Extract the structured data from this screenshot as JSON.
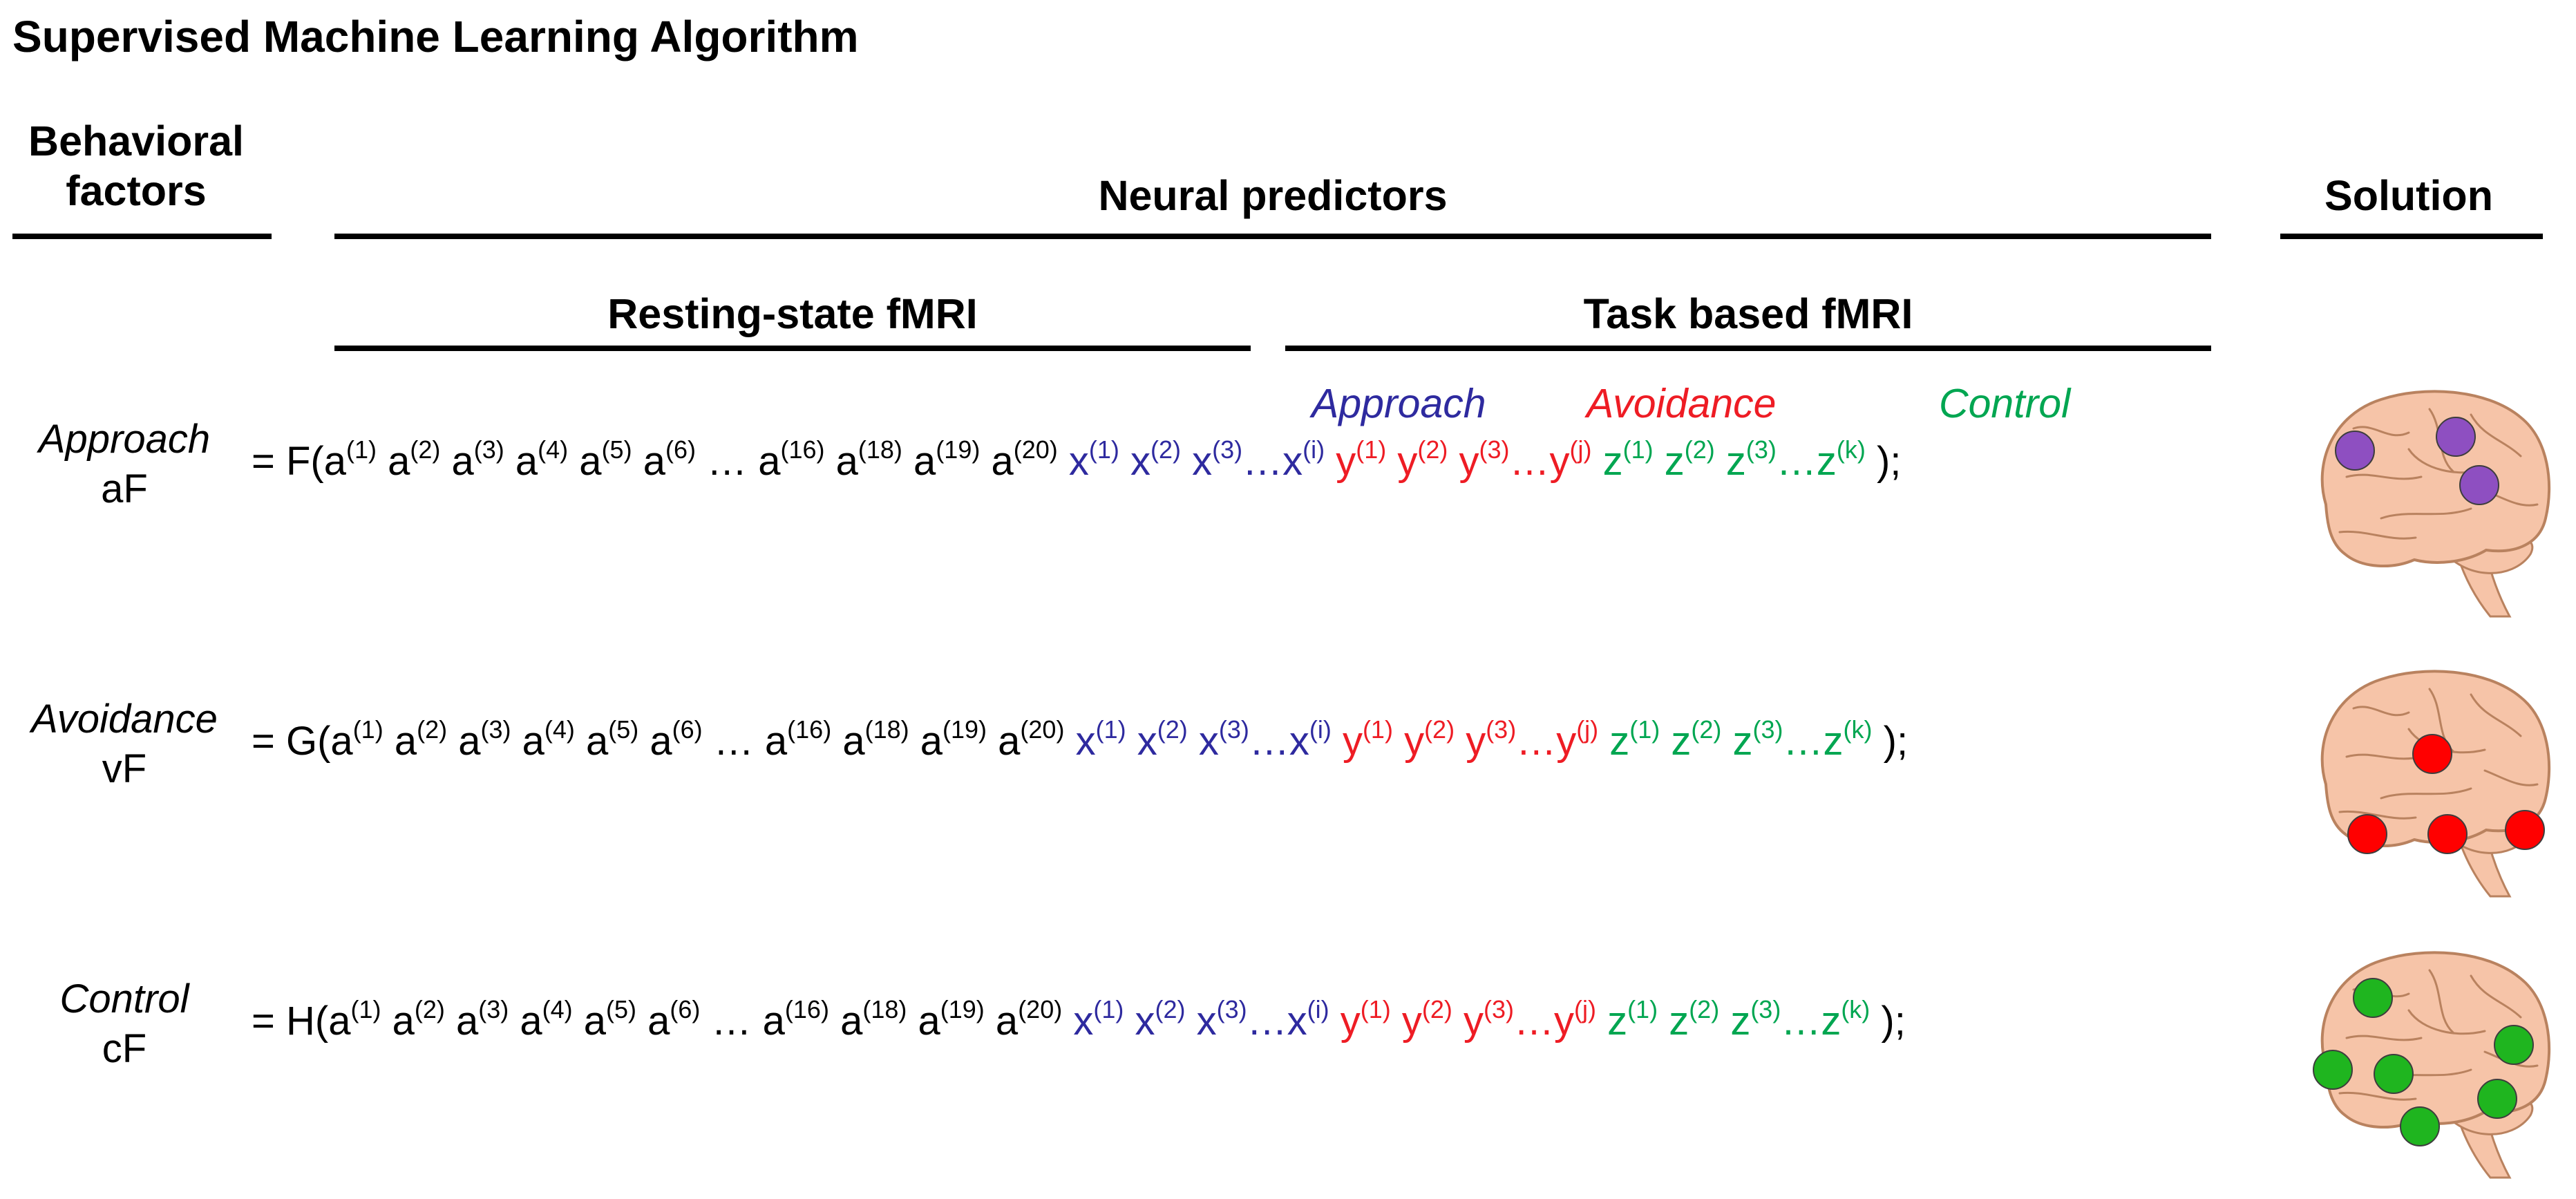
{
  "title": "Supervised Machine Learning Algorithm",
  "headers": {
    "behavioral": [
      "Behavioral",
      "factors"
    ],
    "neural": "Neural predictors",
    "solution": "Solution",
    "resting": "Resting-state fMRI",
    "task": "Task based fMRI"
  },
  "task_conditions": {
    "approach": "Approach",
    "avoidance": "Avoidance",
    "control": "Control"
  },
  "colors": {
    "approach": "#2e2a9f",
    "avoidance": "#ee1c24",
    "control": "#00a651",
    "brain_skin": "#f6c4a8",
    "brain_outline": "#b9825f",
    "dot_approach": "#8e4fc1",
    "dot_avoidance": "#ff0000",
    "dot_control": "#1fb51f"
  },
  "rows": [
    {
      "factor": "Approach",
      "code": "aF",
      "prefix": "= F(",
      "rest": [
        [
          "a",
          "(1)"
        ],
        [
          "a",
          "(2)"
        ],
        [
          "a",
          "(3)"
        ],
        [
          "a",
          "(4)"
        ],
        [
          "a",
          "(5)"
        ],
        [
          "a",
          "(6)"
        ],
        [
          "…",
          ""
        ],
        [
          "a",
          "(16)"
        ],
        [
          "a",
          "(18)"
        ],
        [
          "a",
          "(19)"
        ],
        [
          "a",
          "(20)"
        ]
      ],
      "x": [
        [
          "x",
          "(1)"
        ],
        [
          "x",
          "(2)"
        ],
        [
          "x",
          "(3)"
        ],
        [
          "…x",
          "(i)"
        ]
      ],
      "y": [
        [
          "y",
          "(1)"
        ],
        [
          "y",
          "(2)"
        ],
        [
          "y",
          "(3)"
        ],
        [
          "…y",
          "(j)"
        ]
      ],
      "z": [
        [
          "z",
          "(1)"
        ],
        [
          "z",
          "(2)"
        ],
        [
          "z",
          "(3)"
        ],
        [
          "…z",
          "(k)"
        ]
      ],
      "suffix": ");",
      "brain_icon": "brain-approach-icon"
    },
    {
      "factor": "Avoidance",
      "code": "vF",
      "prefix": "= G(",
      "rest": [
        [
          "a",
          "(1)"
        ],
        [
          "a",
          "(2)"
        ],
        [
          "a",
          "(3)"
        ],
        [
          "a",
          "(4)"
        ],
        [
          "a",
          "(5)"
        ],
        [
          "a",
          "(6)"
        ],
        [
          "…",
          ""
        ],
        [
          "a",
          "(16)"
        ],
        [
          "a",
          "(18)"
        ],
        [
          "a",
          "(19)"
        ],
        [
          "a",
          "(20)"
        ]
      ],
      "x": [
        [
          "x",
          "(1)"
        ],
        [
          "x",
          "(2)"
        ],
        [
          "x",
          "(3)"
        ],
        [
          "…x",
          "(i)"
        ]
      ],
      "y": [
        [
          "y",
          "(1)"
        ],
        [
          "y",
          "(2)"
        ],
        [
          "y",
          "(3)"
        ],
        [
          "…y",
          "(j)"
        ]
      ],
      "z": [
        [
          "z",
          "(1)"
        ],
        [
          "z",
          "(2)"
        ],
        [
          "z",
          "(3)"
        ],
        [
          "…z",
          "(k)"
        ]
      ],
      "suffix": ");",
      "brain_icon": "brain-avoidance-icon"
    },
    {
      "factor": "Control",
      "code": "cF",
      "prefix": "= H(",
      "rest": [
        [
          "a",
          "(1)"
        ],
        [
          "a",
          "(2)"
        ],
        [
          "a",
          "(3)"
        ],
        [
          "a",
          "(4)"
        ],
        [
          "a",
          "(5)"
        ],
        [
          "a",
          "(6)"
        ],
        [
          "…",
          ""
        ],
        [
          "a",
          "(16)"
        ],
        [
          "a",
          "(18)"
        ],
        [
          "a",
          "(19)"
        ],
        [
          "a",
          "(20)"
        ]
      ],
      "x": [
        [
          "x",
          "(1)"
        ],
        [
          "x",
          "(2)"
        ],
        [
          "x",
          "(3)"
        ],
        [
          "…x",
          "(i)"
        ]
      ],
      "y": [
        [
          "y",
          "(1)"
        ],
        [
          "y",
          "(2)"
        ],
        [
          "y",
          "(3)"
        ],
        [
          "…y",
          "(j)"
        ]
      ],
      "z": [
        [
          "z",
          "(1)"
        ],
        [
          "z",
          "(2)"
        ],
        [
          "z",
          "(3)"
        ],
        [
          "…z",
          "(k)"
        ]
      ],
      "suffix": ");",
      "brain_icon": "brain-control-icon"
    }
  ]
}
